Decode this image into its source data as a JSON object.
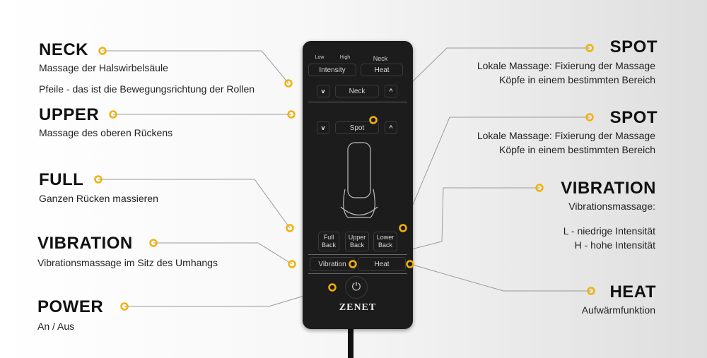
{
  "left": [
    {
      "title": "NECK",
      "desc": [
        "Massage der Halswirbelsäule",
        "Pfeile - das ist die Bewegungsrichtung der Rollen"
      ]
    },
    {
      "title": "UPPER",
      "desc": [
        "Massage des oberen Rückens"
      ]
    },
    {
      "title": "FULL",
      "desc": [
        "Ganzen Rücken massieren"
      ]
    },
    {
      "title": "VIBRATION",
      "desc": [
        "Vibrationsmassage im Sitz des Umhangs"
      ]
    },
    {
      "title": "POWER",
      "desc": [
        "An / Aus"
      ]
    }
  ],
  "right": [
    {
      "title": "SPOT",
      "desc": [
        "Lokale Massage: Fixierung der Massage",
        "Köpfe in einem bestimmten Bereich"
      ]
    },
    {
      "title": "SPOT",
      "desc": [
        "Lokale Massage: Fixierung der Massage",
        "Köpfe in einem bestimmten Bereich"
      ]
    },
    {
      "title": "VIBRATION",
      "desc": [
        "Vibrationsmassage:",
        "L - niedrige Intensität",
        "H - hohe Intensität"
      ]
    },
    {
      "title": "HEAT",
      "desc": [
        "Aufwärmfunktion"
      ]
    }
  ],
  "remote": {
    "low": "Low",
    "high": "High",
    "neck_label": "Neck",
    "intensity": "Intensity",
    "heat_top": "Heat",
    "neck_btn": "Neck",
    "spot": "Spot",
    "full": "Full Back",
    "upper": "Upper Back",
    "lower": "Lower Back",
    "vibration": "Vibration",
    "heat": "Heat",
    "down": "v",
    "up": "^",
    "power": "⏻",
    "brand": "ZENET"
  },
  "colors": {
    "accent": "#f2b10c",
    "line": "#9a9a9a"
  }
}
